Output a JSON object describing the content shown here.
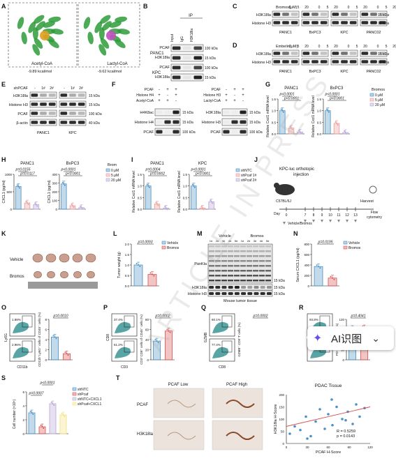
{
  "panels": [
    "A",
    "B",
    "C",
    "D",
    "E",
    "F",
    "G",
    "H",
    "I",
    "J",
    "K",
    "L",
    "M",
    "N",
    "O",
    "P",
    "Q",
    "R",
    "S",
    "T"
  ],
  "A": {
    "left_caption": "Acetyl-CoA",
    "left_energy": "-9.89 kcal/mol",
    "right_caption": "Lactyl-CoA",
    "right_energy": "-9.62 kcal/mol"
  },
  "B": {
    "ip_header": "IP",
    "lane_labels": [
      "Input",
      "IgG",
      "H3K18la"
    ],
    "cells": [
      "PANC1",
      "KPC"
    ],
    "rows": [
      "PCAF",
      "H3K18la",
      "PCAF",
      "H3K18la"
    ],
    "mw": [
      "100 kDa",
      "15 kDa",
      "100 kDa",
      "15 kDa"
    ]
  },
  "C": {
    "treat": "Bromos(μM)",
    "doses": [
      "0",
      "5",
      "20",
      "0",
      "5",
      "20",
      "0",
      "5",
      "20",
      "0",
      "5",
      "20"
    ],
    "rows": [
      "H3K18la",
      "Histone H3"
    ],
    "mw": [
      "15 kDa",
      "15 kDa"
    ],
    "cells": [
      "PANC1",
      "BxPC3",
      "KPC",
      "PANC02"
    ]
  },
  "D": {
    "treat": "Embelin(μM)",
    "doses": [
      "0",
      "5",
      "20",
      "0",
      "5",
      "20",
      "0",
      "5",
      "20",
      "0",
      "5",
      "20"
    ],
    "rows": [
      "H3K18la",
      "Histone H3"
    ],
    "mw": [
      "15 kDa",
      "15 kDa"
    ],
    "cells": [
      "PANC1",
      "BxPC3",
      "KPC",
      "PANC02"
    ]
  },
  "E": {
    "treat": "shPCAF",
    "lanes": [
      "-",
      "1#",
      "2#",
      "-",
      "1#",
      "2#"
    ],
    "rows": [
      "H3K18la",
      "Histone H3",
      "PCAF",
      "β-actin"
    ],
    "mw": [
      "15 kDa",
      "15 kDa",
      "100 kDa",
      "40 kDa"
    ],
    "cells": [
      "PANC1",
      "KPC"
    ]
  },
  "F": {
    "left_treat": [
      "PCAF",
      "Histone H4",
      "Acetyl-CoA"
    ],
    "left_signs": [
      [
        "-",
        "+",
        "+"
      ],
      [
        "+",
        "-",
        "+"
      ],
      [
        "+",
        "+",
        "-"
      ]
    ],
    "right_treat": [
      "PCAF",
      "Histone H3",
      "Lactyl-CoA"
    ],
    "right_signs": [
      [
        "-",
        "+",
        "+"
      ],
      [
        "+",
        "-",
        "+"
      ],
      [
        "+",
        "+",
        "-"
      ]
    ],
    "left_rows": [
      "H4K8ac",
      "Histone H4",
      "PCAF"
    ],
    "left_mw": [
      "15 kDa",
      "15 kDa",
      "100 kDa"
    ],
    "right_rows": [
      "H3K18la",
      "Histone H3",
      "PCAF"
    ],
    "right_mw": [
      "15 kDa",
      "15 kDa",
      "100 kDa"
    ]
  },
  "G": {
    "ylabel": "Relative Cxcl1 mRNA level",
    "legend_title": "Bromos",
    "legend": [
      "0 μM",
      "5 μM",
      "20 μM"
    ],
    "subs": [
      {
        "title": "PANC1",
        "p": [
          "p<0.0001",
          "p<0.0001"
        ],
        "values": [
          1.0,
          0.25,
          0.08
        ],
        "ylim": [
          0,
          1.5
        ],
        "ticks": [
          "0.0",
          "0.5",
          "1.0",
          "1.5"
        ]
      },
      {
        "title": "BxPC3",
        "p": [
          "p<0.0001",
          "p<0.0001"
        ],
        "values": [
          1.0,
          0.45,
          0.06
        ],
        "ylim": [
          0,
          1.5
        ],
        "ticks": [
          "0.0",
          "0.5",
          "1.0",
          "1.5"
        ]
      }
    ]
  },
  "H": {
    "ylabel": "CXCL1 (pg/ml)",
    "legend_title": "Brom",
    "legend": [
      "0 μM",
      "5 μM",
      "20 μM"
    ],
    "subs": [
      {
        "title": "PANC1",
        "p": [
          "p=0.0155",
          "p=0.0117"
        ],
        "values": [
          650,
          180,
          130
        ],
        "ylim": [
          0,
          1000
        ],
        "ticks": [
          "0",
          "500",
          "1000"
        ]
      },
      {
        "title": "BxPC3",
        "p": [
          "p<0.0001",
          "p<0.0001"
        ],
        "values": [
          290,
          40,
          18
        ],
        "ylim": [
          0,
          400
        ],
        "ticks": [
          "0",
          "100",
          "200",
          "300",
          "400"
        ]
      }
    ]
  },
  "I": {
    "ylabel": "Relative Cxcl1 mRNA level",
    "legend": [
      "shNTC",
      "shPcaf 1#",
      "shPcaf 2#"
    ],
    "subs": [
      {
        "title": "PANC1",
        "p": [
          "p=0.0004",
          "p=0.0002"
        ],
        "values": [
          1.0,
          0.22,
          0.05
        ],
        "ylim": [
          0,
          1.5
        ],
        "ticks": [
          "0.0",
          "0.5",
          "1.0",
          "1.5"
        ]
      },
      {
        "title": "KPC",
        "p": [
          "p<0.0001",
          "p<0.0001"
        ],
        "values": [
          1.0,
          0.05,
          0.32
        ],
        "ylim": [
          0,
          1.5
        ],
        "ticks": [
          "0.0",
          "0.5",
          "1.0",
          "1.5"
        ]
      }
    ]
  },
  "J": {
    "title": "KPC-luc orthotopic injection",
    "mouse": "C57BL/6J",
    "days": [
      "0",
      "7",
      "8",
      "9",
      "10",
      "11",
      "12",
      "13"
    ],
    "day_label": "Day",
    "treat": "Vehicle/Bromos",
    "harvest": "Harvest",
    "readout": "Flow cytometry"
  },
  "K": {
    "rows": [
      "Vehicle",
      "Bromos"
    ]
  },
  "L": {
    "ylabel": "Tumor weight (g)",
    "p": "p=0.0093",
    "legend": [
      "Vehicle",
      "Bromos"
    ],
    "chart_data": {
      "type": "bar",
      "categories": [
        "Vehicle",
        "Bromos"
      ],
      "values": [
        1.0,
        0.55
      ],
      "ylim": [
        0,
        2.0
      ],
      "ticks": [
        "0.0",
        "0.5",
        "1.0",
        "1.5",
        "2.0"
      ]
    }
  },
  "M": {
    "groups": [
      "Vehicle",
      "Bromos"
    ],
    "lanes": [
      "1#",
      "2#",
      "3#",
      "4#",
      "5#",
      "1#",
      "2#",
      "3#",
      "4#",
      "5#"
    ],
    "rows": [
      "PanKla",
      "H3K18la",
      "Histone H3"
    ],
    "mw": [
      "15 kDa",
      "15 kDa",
      "15 kDa"
    ],
    "xcaption": "Mouse tumor tissue"
  },
  "N": {
    "ylabel": "Serum CXCL1 (pg/ml)",
    "p": "p=0.0195",
    "legend": [
      "Vehicle",
      "Bromos"
    ],
    "chart_data": {
      "type": "bar",
      "categories": [
        "Vehicle",
        "Bromos"
      ],
      "values": [
        370,
        150
      ],
      "ylim": [
        0,
        800
      ],
      "ticks": [
        "0",
        "200",
        "400",
        "600",
        "800"
      ]
    }
  },
  "O": {
    "xlab": "CD11b",
    "ylab": "Ly6G",
    "pct": [
      "1.88%",
      "2.96%"
    ],
    "ylabel": "CD11b⁺Ly6G⁺ cells of CD45⁺ cells (%)",
    "p": "p=0.0010",
    "chart_data": {
      "type": "bar",
      "values": [
        4.5,
        1.2
      ],
      "ylim": [
        0,
        8
      ],
      "ticks": [
        "0",
        "2",
        "4",
        "6",
        "8"
      ]
    }
  },
  "P": {
    "xlab": "CD3",
    "ylab": "CD8",
    "pct": [
      "37.4%",
      "61.2%"
    ],
    "ylabel": "CD3⁺CD8⁺ cells of CD45⁺ cells (%)",
    "p": "p=0.0002",
    "chart_data": {
      "type": "bar",
      "values": [
        37,
        57
      ],
      "ylim": [
        0,
        80
      ],
      "ticks": [
        "0",
        "20",
        "40",
        "60",
        "80"
      ]
    }
  },
  "Q": {
    "xlab": "CD8",
    "ylab": "GZMB",
    "pct": [
      "60.1%",
      "77.4%"
    ],
    "ylabel": "GZMB⁺ CD8⁺T cells (%)",
    "p": "p=0.0002",
    "ticks": [
      "0",
      "20",
      "40",
      "60",
      "80",
      "100"
    ]
  },
  "R": {
    "pct": [
      "93.8%"
    ],
    "ylabel": "PD-1⁺ CD8⁺T cells (%)",
    "p": "p=0.4041",
    "chart_data": {
      "type": "bar",
      "values": [
        93,
        95
      ],
      "ylim": [
        0,
        120
      ],
      "ticks": [
        "0",
        "30",
        "60",
        "90",
        "120"
      ]
    }
  },
  "S": {
    "ylabel": "Cell number (×10⁵)",
    "p": [
      "p=0.0007",
      "p<0.0001"
    ],
    "legend": [
      "shNTC",
      "shPcaf",
      "shNTC+CXCL1",
      "shPcaf+CXCL1"
    ],
    "chart_data": {
      "type": "bar",
      "categories": [
        "shNTC",
        "shPcaf",
        "shNTC+CXCL1",
        "shPcaf+CXCL1"
      ],
      "values": [
        3.0,
        1.0,
        4.3,
        2.7
      ],
      "ylim": [
        0,
        6
      ],
      "ticks": [
        "0",
        "2",
        "4",
        "6"
      ]
    }
  },
  "T": {
    "cols": [
      "PCAF Low",
      "PCAF High"
    ],
    "rows": [
      "PCAF",
      "H3K18la"
    ],
    "scatter_title": "PDAC Tissue",
    "xlabel": "PCAF H-Score",
    "ylabel": "H3K18la H-Score",
    "r": "R = 0.5259",
    "p": "p = 0.0143",
    "chart_data": {
      "type": "scatter",
      "xlim": [
        0,
        120
      ],
      "ylim": [
        0,
        200
      ],
      "xticks": [
        "0",
        "30",
        "60",
        "90",
        "120"
      ],
      "yticks": [
        "0",
        "50",
        "100",
        "150",
        "200"
      ],
      "x": [
        5,
        12,
        20,
        28,
        35,
        42,
        48,
        55,
        60,
        66,
        72,
        80,
        88,
        95,
        100,
        105,
        112,
        30,
        65,
        85
      ],
      "y": [
        40,
        70,
        55,
        110,
        30,
        90,
        140,
        60,
        120,
        75,
        150,
        100,
        130,
        80,
        160,
        110,
        145,
        20,
        180,
        95
      ],
      "fit": [
        [
          0,
          70
        ],
        [
          120,
          150
        ]
      ]
    }
  },
  "watermark": "ARTICLE IN PRESS",
  "badge": {
    "text": "AI识图",
    "chevron": "⌄"
  },
  "colors": {
    "green": "#2e9b3a",
    "blue": "#4a90c4",
    "lightblue": "#a9d3ef",
    "pink": "#e89a9a",
    "red": "#d95050",
    "purple": "#b7a3d6",
    "teal": "#2f8f8f",
    "yellow": "#f4e27a",
    "orange": "#f0a050"
  }
}
